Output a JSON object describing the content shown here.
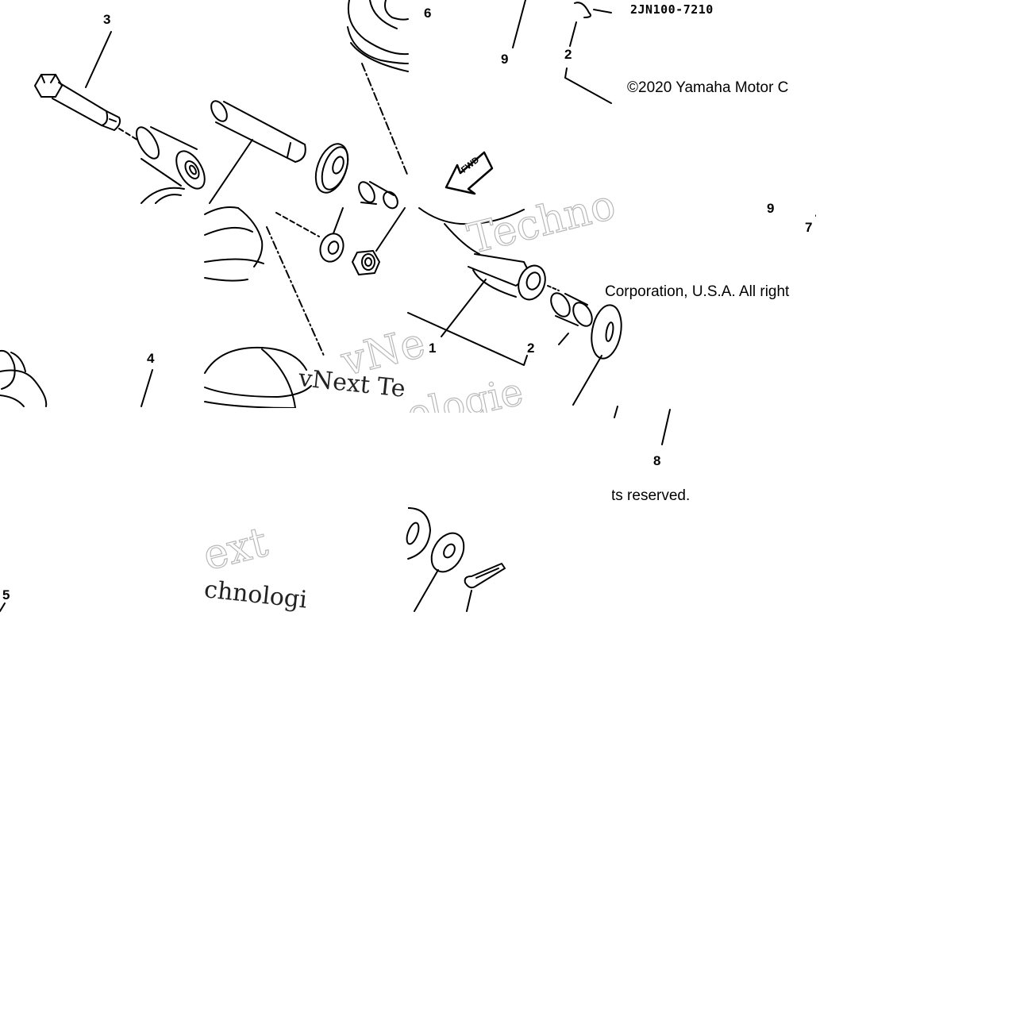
{
  "diagram": {
    "part_code": "2JN100-7210",
    "fwd_label": "FWD",
    "copyright_lines": [
      "©2020 Yamaha Motor C",
      "Corporation, U.S.A. All right",
      "ts reserved."
    ],
    "watermarks": [
      "Techno",
      "vNe",
      "vNext Te",
      "ologie",
      "ext",
      "chnologi"
    ],
    "callouts": {
      "c6": "6",
      "c3": "3",
      "c9a": "9",
      "c2a": "2",
      "c9b": "9",
      "c7": "7",
      "c1": "1",
      "c2b": "2",
      "c4": "4",
      "c8": "8",
      "c5": "5"
    }
  }
}
